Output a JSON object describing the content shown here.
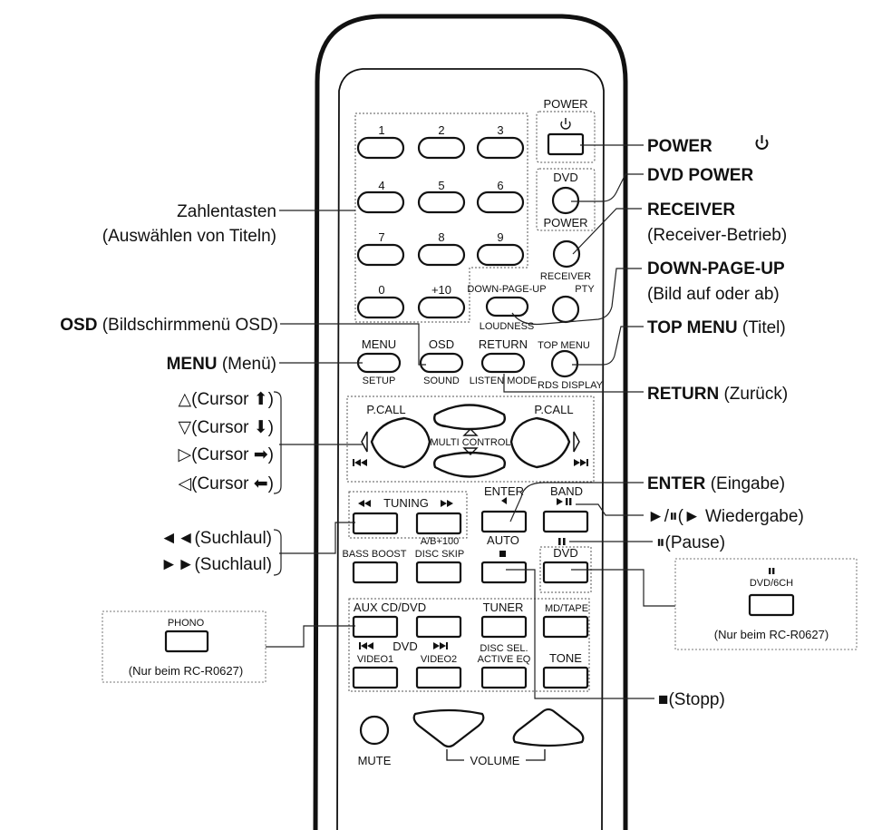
{
  "remote": {
    "numeric": [
      "1",
      "2",
      "3",
      "4",
      "5",
      "6",
      "7",
      "8",
      "9",
      "0",
      "+10"
    ],
    "power": "POWER",
    "dvd_power_top": "DVD",
    "dvd_power_bottom": "POWER",
    "receiver": "RECEIVER",
    "down_page_up": "DOWN-PAGE-UP",
    "pty": "PTY",
    "loudness": "LOUDNESS",
    "menu": "MENU",
    "setup": "SETUP",
    "osd": "OSD",
    "sound": "SOUND",
    "return": "RETURN",
    "listen_mode": "LISTEN MODE",
    "top_menu": "TOP MENU",
    "rds_display": "RDS DISPLAY",
    "pcall_left": "P.CALL",
    "pcall_right": "P.CALL",
    "multi_control": "MULTI CONTROL",
    "tuning": "TUNING",
    "enter": "ENTER",
    "band": "BAND",
    "ab100": "A/B+100",
    "bass_boost": "BASS BOOST",
    "disc_skip": "DISC SKIP",
    "auto": "AUTO",
    "dvd": "DVD",
    "aux_cd_dvd": "AUX CD/DVD",
    "tuner": "TUNER",
    "md_tape": "MD/TAPE",
    "dvd_group": "DVD",
    "video1": "VIDEO1",
    "video2": "VIDEO2",
    "disc_sel": "DISC SEL.",
    "active_eq": "ACTIVE EQ",
    "tone": "TONE",
    "mute": "MUTE",
    "volume": "VOLUME"
  },
  "annotations": {
    "zahlentasten": "Zahlentasten",
    "zahlentasten_sub": "(Auswählen von Titeln)",
    "osd_bold": "OSD",
    "osd_rest": "(Bildschirmmenü OSD)",
    "menu_bold": "MENU",
    "menu_rest": "(Menü)",
    "cursor_up": "△(Cursor ⬆)",
    "cursor_down": "▽(Cursor ⬇)",
    "cursor_right": "▷(Cursor ➡)",
    "cursor_left": "◁(Cursor ⬅)",
    "search_back": "◄◄(Suchlaul)",
    "search_fwd": "►►(Suchlaul)",
    "phono": "PHONO",
    "phono_note": "(Nur beim RC-R0627)",
    "power_bold": "POWER",
    "dvd_power_bold": "DVD POWER",
    "receiver_bold": "RECEIVER",
    "receiver_sub": "(Receiver-Betrieb)",
    "downpage_bold": "DOWN-PAGE-UP",
    "downpage_sub": "(Bild auf oder ab)",
    "topmenu_bold": "TOP MENU",
    "topmenu_rest": "(Titel)",
    "return_bold": "RETURN",
    "return_rest": "(Zurück)",
    "enter_bold": "ENTER",
    "enter_rest": "(Eingabe)",
    "play_pause": "►/⏸(► Wiedergabe)",
    "pause": "⏸(Pause)",
    "dvd6ch": "DVD/6CH",
    "dvd6ch_note": "(Nur beim RC-R0627)",
    "stop": "■(Stopp)"
  }
}
